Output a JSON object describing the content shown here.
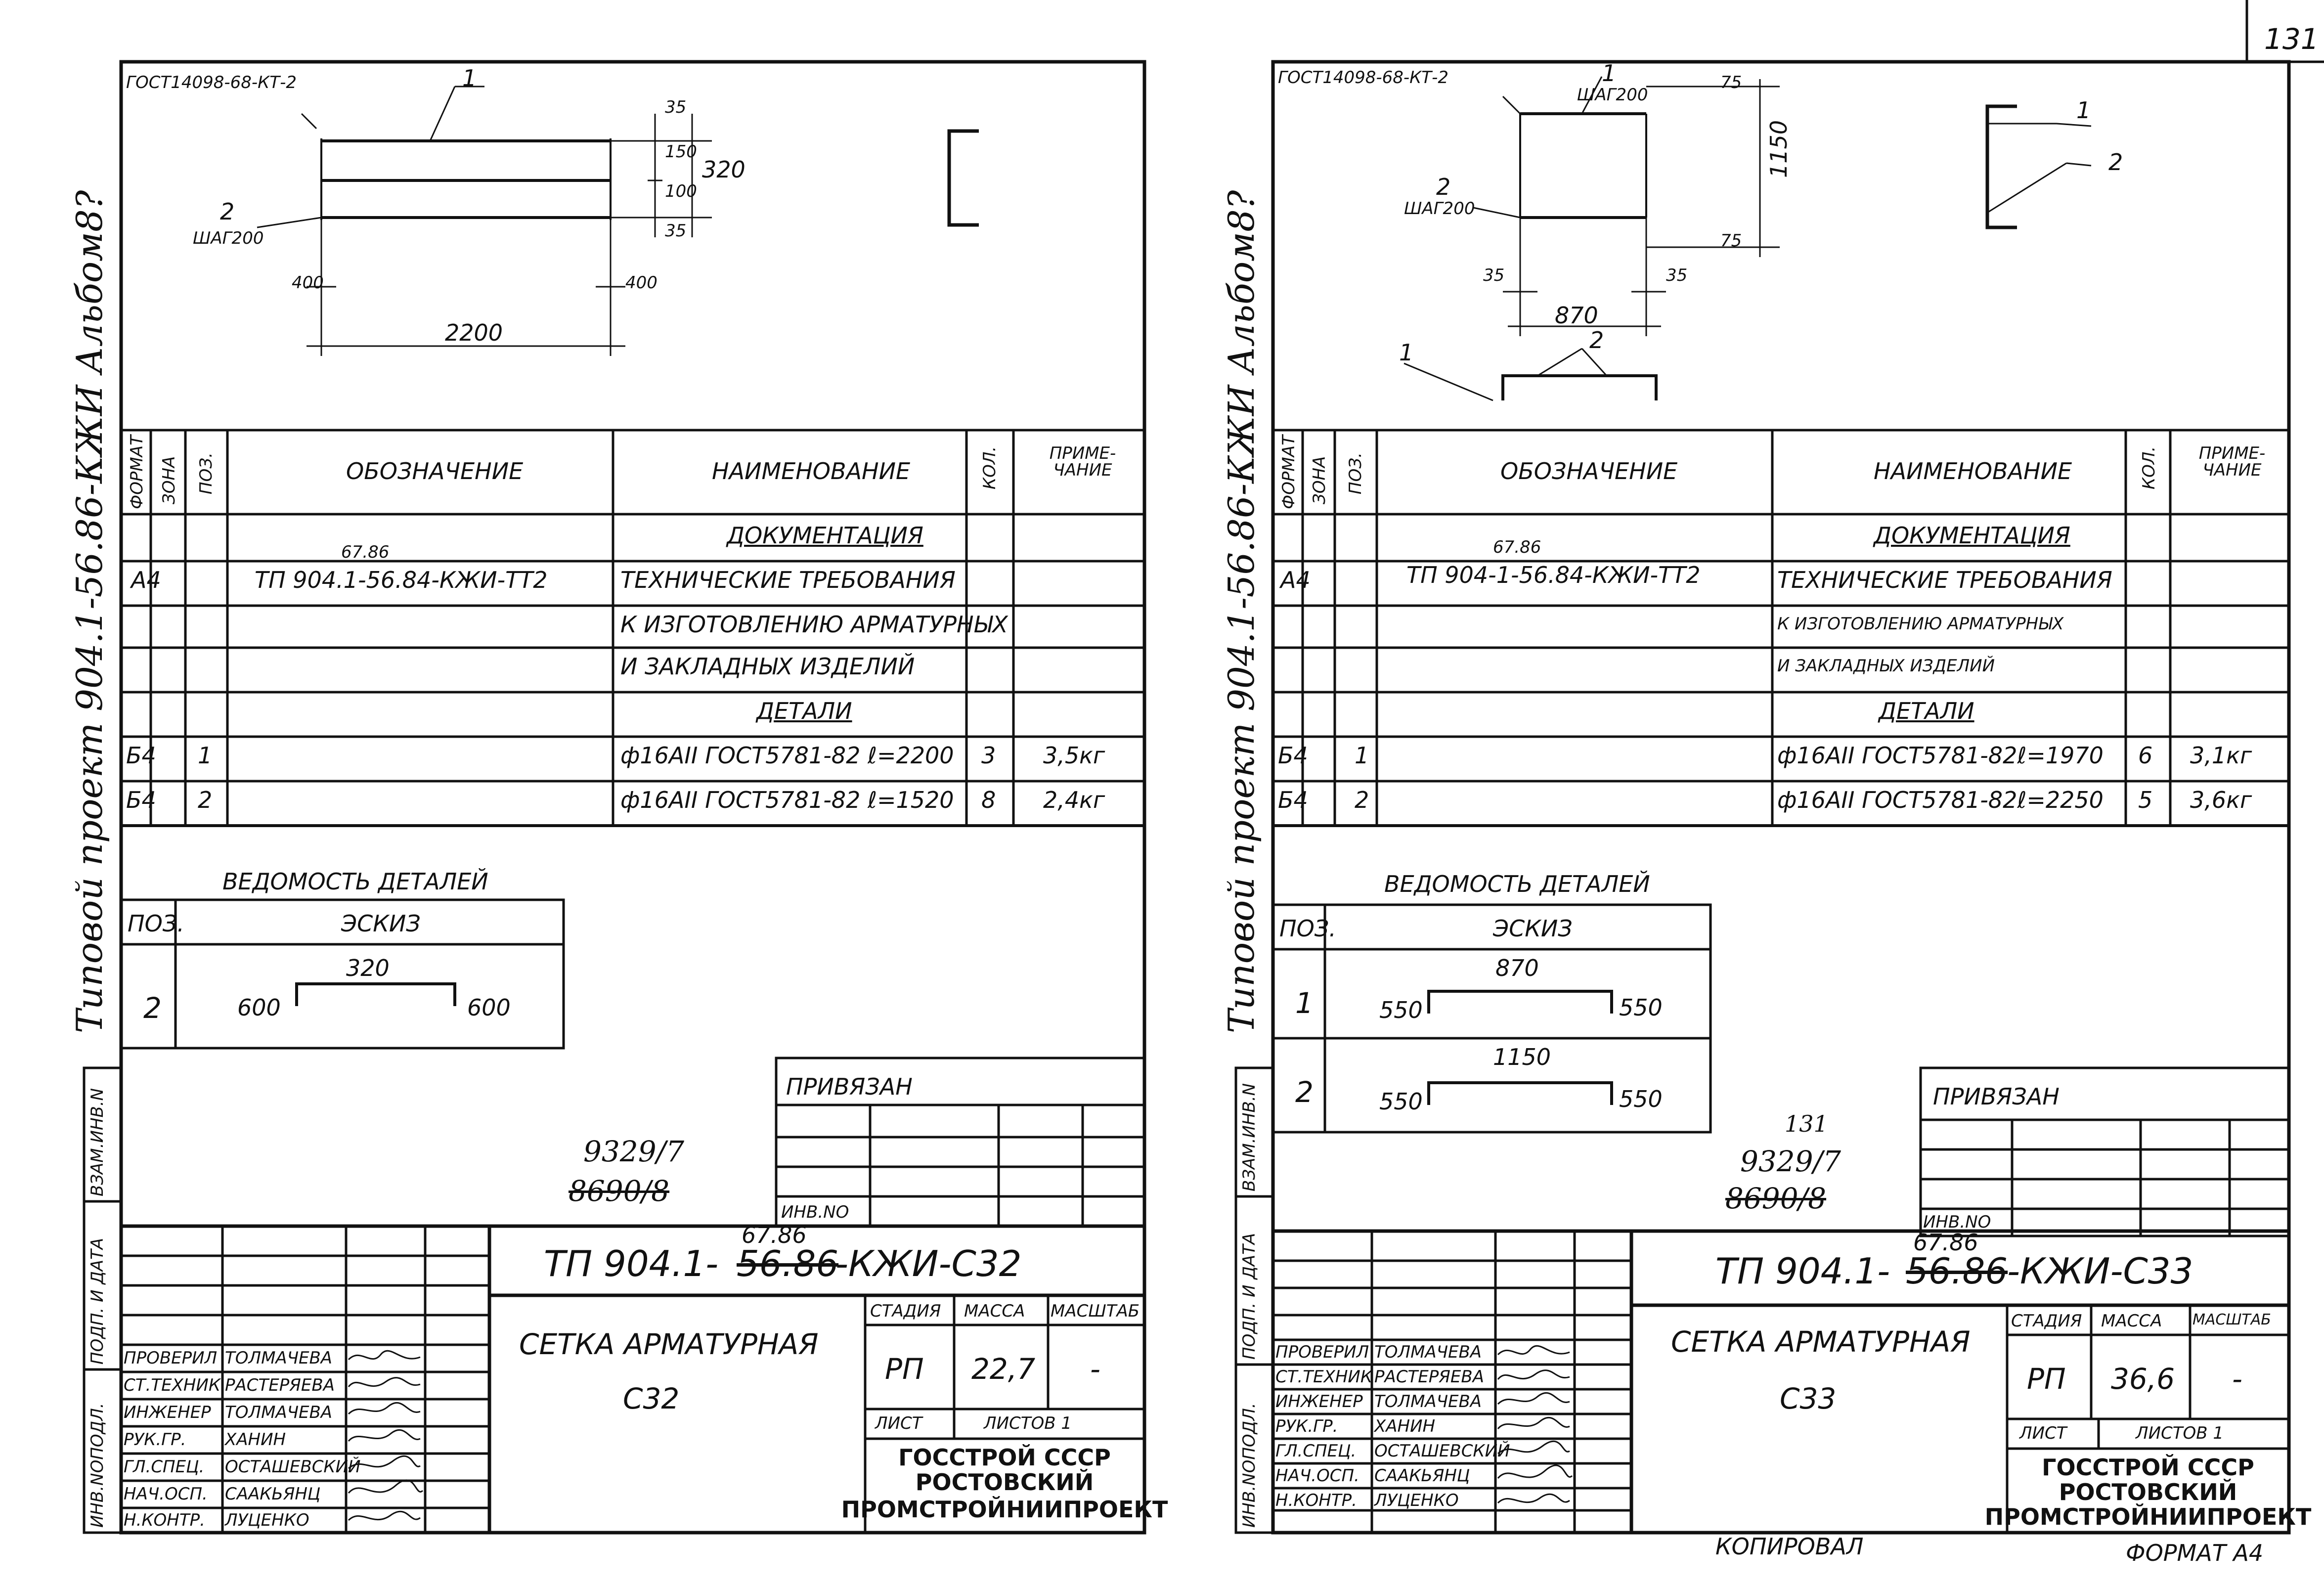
{
  "page_number": "131",
  "copied_by": "КОПИРОВАЛ",
  "format_label": "ФОРМАТ А4",
  "sheets": [
    {
      "side_title": "Типовой проект 904.1-56.86-КЖИ Альбом8?",
      "drawing": {
        "gost_note": "ГОСТ14098-68-КТ-2",
        "pos1": "1",
        "pos2": "2",
        "step": "ШАГ200",
        "dims": {
          "d35a": "35",
          "d150": "150",
          "d100": "100",
          "d35b": "35",
          "d320": "320",
          "d400a": "400",
          "d400b": "400",
          "d2200": "2200"
        }
      },
      "spec": {
        "headers": [
          "ФОРМАТ",
          "ЗОНА",
          "ПОЗ.",
          "ОБОЗНАЧЕНИЕ",
          "НАИМЕНОВАНИЕ",
          "КОЛ.",
          "ПРИМЕ-ЧАНИЕ"
        ],
        "section_docs": "ДОКУМЕНТАЦИЯ",
        "doc_row": {
          "format": "А4",
          "code": "ТП 904.1-56.84-КЖИ-ТТ2",
          "code_fix": "67.86"
        },
        "doc_name_lines": [
          "ТЕХНИЧЕСКИЕ ТРЕБОВАНИЯ",
          "К ИЗГОТОВЛЕНИЮ АРМАТУРНЫХ",
          "И ЗАКЛАДНЫХ ИЗДЕЛИЙ"
        ],
        "section_parts": "ДЕТАЛИ",
        "rows": [
          {
            "format": "Б4",
            "pos": "1",
            "name": "ф16АII ГОСТ5781-82 ℓ=2200",
            "qty": "3",
            "note": "3,5кг"
          },
          {
            "format": "Б4",
            "pos": "2",
            "name": "ф16АII ГОСТ5781-82 ℓ=1520",
            "qty": "8",
            "note": "2,4кг"
          }
        ]
      },
      "details": {
        "title": "ВЕДОМОСТЬ ДЕТАЛЕЙ",
        "h_pos": "ПОЗ.",
        "h_sketch": "ЭСКИЗ",
        "items": [
          {
            "pos": "2",
            "top": "320",
            "left": "600",
            "right": "600"
          }
        ]
      },
      "bound": "ПРИВЯЗАН",
      "inv_no": "ИНВ.NО",
      "archive": {
        "num": "9329/7",
        "old": "8690/8"
      },
      "side_stamp": [
        "ИНВ.NОПОДЛ.",
        "ПОДП. И ДАТА",
        "ВЗАМ.ИНВ.N"
      ],
      "title_block": {
        "code_prefix": "ТП 904.1-",
        "code_old": "56.86",
        "code_new": "67.86",
        "code_suffix": "-КЖИ-С32",
        "name": "СЕТКА АРМАТУРНАЯ",
        "mark": "С32",
        "stage_h": "СТАДИЯ",
        "mass_h": "МАССА",
        "scale_h": "МАСШТАБ",
        "stage": "РП",
        "mass": "22,7",
        "scale": "-",
        "sheet_h": "ЛИСТ",
        "sheets_h": "ЛИСТОВ 1",
        "org": [
          "ГОССТРОЙ СССР",
          "РОСТОВСКИЙ",
          "ПРОМСТРОЙНИИПРОЕКТ"
        ],
        "people": [
          [
            "ПРОВЕРИЛ",
            "ТОЛМАЧЕВА"
          ],
          [
            "СТ.ТЕХНИК",
            "РАСТЕРЯЕВА"
          ],
          [
            "ИНЖЕНЕР",
            "ТОЛМАЧЕВА"
          ],
          [
            "РУК.ГР.",
            "ХАНИН"
          ],
          [
            "ГЛ.СПЕЦ.",
            "ОСТАШЕВСКИЙ"
          ],
          [
            "НАЧ.ОСП.",
            "СААКЬЯНЦ"
          ],
          [
            "Н.КОНТР.",
            "ЛУЦЕНКО"
          ]
        ]
      }
    },
    {
      "side_title": "Типовой проект 904.1-56.86-КЖИ Альбом8?",
      "drawing": {
        "gost_note": "ГОСТ14098-68-КТ-2",
        "pos1": "1",
        "pos2": "2",
        "step1": "ШАГ200",
        "step2": "ШАГ200",
        "dims": {
          "d75a": "75",
          "d1150": "1150",
          "d75b": "75",
          "d35a": "35",
          "d35b": "35",
          "d870": "870"
        }
      },
      "spec": {
        "headers": [
          "ФОРМАТ",
          "ЗОНА",
          "ПОЗ.",
          "ОБОЗНАЧЕНИЕ",
          "НАИМЕНОВАНИЕ",
          "КОЛ.",
          "ПРИМЕ-ЧАНИЕ"
        ],
        "section_docs": "ДОКУМЕНТАЦИЯ",
        "doc_row": {
          "format": "А4",
          "code": "ТП 904-1-56.84-КЖИ-ТТ2",
          "code_fix": "67.86"
        },
        "doc_name_lines": [
          "ТЕХНИЧЕСКИЕ ТРЕБОВАНИЯ",
          "К ИЗГОТОВЛЕНИЮ АРМАТУРНЫХ",
          "И ЗАКЛАДНЫХ ИЗДЕЛИЙ"
        ],
        "section_parts": "ДЕТАЛИ",
        "rows": [
          {
            "format": "Б4",
            "pos": "1",
            "name": "ф16АII ГОСТ5781-82ℓ=1970",
            "qty": "6",
            "note": "3,1кг"
          },
          {
            "format": "Б4",
            "pos": "2",
            "name": "ф16АII ГОСТ5781-82ℓ=2250",
            "qty": "5",
            "note": "3,6кг"
          }
        ]
      },
      "details": {
        "title": "ВЕДОМОСТЬ ДЕТАЛЕЙ",
        "h_pos": "ПОЗ.",
        "h_sketch": "ЭСКИЗ",
        "items": [
          {
            "pos": "1",
            "top": "870",
            "left": "550",
            "right": "550"
          },
          {
            "pos": "2",
            "top": "1150",
            "left": "550",
            "right": "550"
          }
        ]
      },
      "bound": "ПРИВЯЗАН",
      "inv_no": "ИНВ.NО",
      "archive": {
        "num": "9329/7",
        "old": "8690/8",
        "extra": "131"
      },
      "side_stamp": [
        "ИНВ.NОПОДЛ.",
        "ПОДП. И ДАТА",
        "ВЗАМ.ИНВ.N"
      ],
      "title_block": {
        "code_prefix": "ТП 904.1-",
        "code_old": "56.86",
        "code_new": "67.86",
        "code_suffix": "-КЖИ-С33",
        "name": "СЕТКА АРМАТУРНАЯ",
        "mark": "С33",
        "stage_h": "СТАДИЯ",
        "mass_h": "МАССА",
        "scale_h": "МАСШТАБ",
        "stage": "РП",
        "mass": "36,6",
        "scale": "-",
        "sheet_h": "ЛИСТ",
        "sheets_h": "ЛИСТОВ 1",
        "org": [
          "ГОССТРОЙ СССР",
          "РОСТОВСКИЙ",
          "ПРОМСТРОЙНИИПРОЕКТ"
        ],
        "people": [
          [
            "ПРОВЕРИЛ",
            "ТОЛМАЧЕВА"
          ],
          [
            "СТ.ТЕХНИК",
            "РАСТЕРЯЕВА"
          ],
          [
            "ИНЖЕНЕР",
            "ТОЛМАЧЕВА"
          ],
          [
            "РУК.ГР.",
            "ХАНИН"
          ],
          [
            "ГЛ.СПЕЦ.",
            "ОСТАШЕВСКИЙ"
          ],
          [
            "НАЧ.ОСП.",
            "СААКЬЯНЦ"
          ],
          [
            "Н.КОНТР.",
            "ЛУЦЕНКО"
          ]
        ]
      }
    }
  ]
}
